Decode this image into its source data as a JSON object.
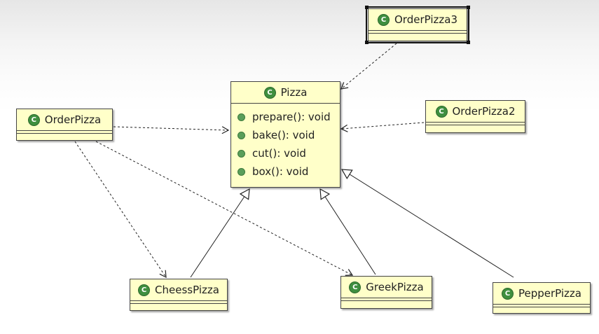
{
  "classes": {
    "pizza": {
      "name": "Pizza",
      "methods": [
        "prepare(): void",
        "bake(): void",
        "cut(): void",
        "box(): void"
      ]
    },
    "order_pizza": {
      "name": "OrderPizza"
    },
    "order_pizza2": {
      "name": "OrderPizza2"
    },
    "order_pizza3": {
      "name": "OrderPizza3"
    },
    "cheess_pizza": {
      "name": "CheessPizza"
    },
    "greek_pizza": {
      "name": "GreekPizza"
    },
    "pepper_pizza": {
      "name": "PepperPizza"
    }
  },
  "class_icon_glyph": "C",
  "relations": [
    {
      "from": "OrderPizza",
      "to": "Pizza",
      "type": "dependency"
    },
    {
      "from": "OrderPizza2",
      "to": "Pizza",
      "type": "dependency"
    },
    {
      "from": "OrderPizza3",
      "to": "Pizza",
      "type": "dependency"
    },
    {
      "from": "OrderPizza",
      "to": "CheessPizza",
      "type": "dependency"
    },
    {
      "from": "OrderPizza",
      "to": "GreekPizza",
      "type": "dependency"
    },
    {
      "from": "CheessPizza",
      "to": "Pizza",
      "type": "generalization"
    },
    {
      "from": "GreekPizza",
      "to": "Pizza",
      "type": "generalization"
    },
    {
      "from": "PepperPizza",
      "to": "Pizza",
      "type": "generalization"
    }
  ],
  "colors": {
    "class_fill": "#ffffc9",
    "icon_green": "#3f8f3f",
    "line": "#222222"
  }
}
